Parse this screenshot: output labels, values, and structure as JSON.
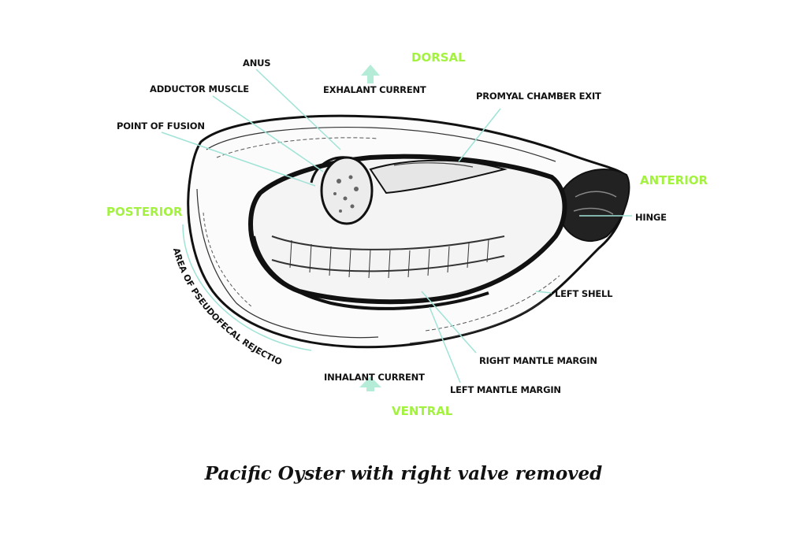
{
  "colors": {
    "direction": "#a3f23f",
    "leader": "#9fe3d6",
    "arrow": "#b5ecd8",
    "ink": "#111111"
  },
  "directions": {
    "dorsal": "DORSAL",
    "ventral": "VENTRAL",
    "anterior": "ANTERIOR",
    "posterior": "POSTERIOR"
  },
  "labels": {
    "anus": "ANUS",
    "adductor_muscle": "ADDUCTOR MUSCLE",
    "exhalant_current": "EXHALANT CURRENT",
    "promyal_chamber_exit": "PROMYAL CHAMBER EXIT",
    "point_of_fusion": "POINT OF FUSION",
    "hinge": "HINGE",
    "left_shell": "LEFT SHELL",
    "right_mantle_margin": "RIGHT MANTLE MARGIN",
    "left_mantle_margin": "LEFT MANTLE MARGIN",
    "inhalant_current": "INHALANT CURRENT",
    "area_of_pseudofecal_rejection": "AREA OF PSEUDOFECAL REJECTION"
  },
  "caption": "Pacific Oyster with right valve removed"
}
